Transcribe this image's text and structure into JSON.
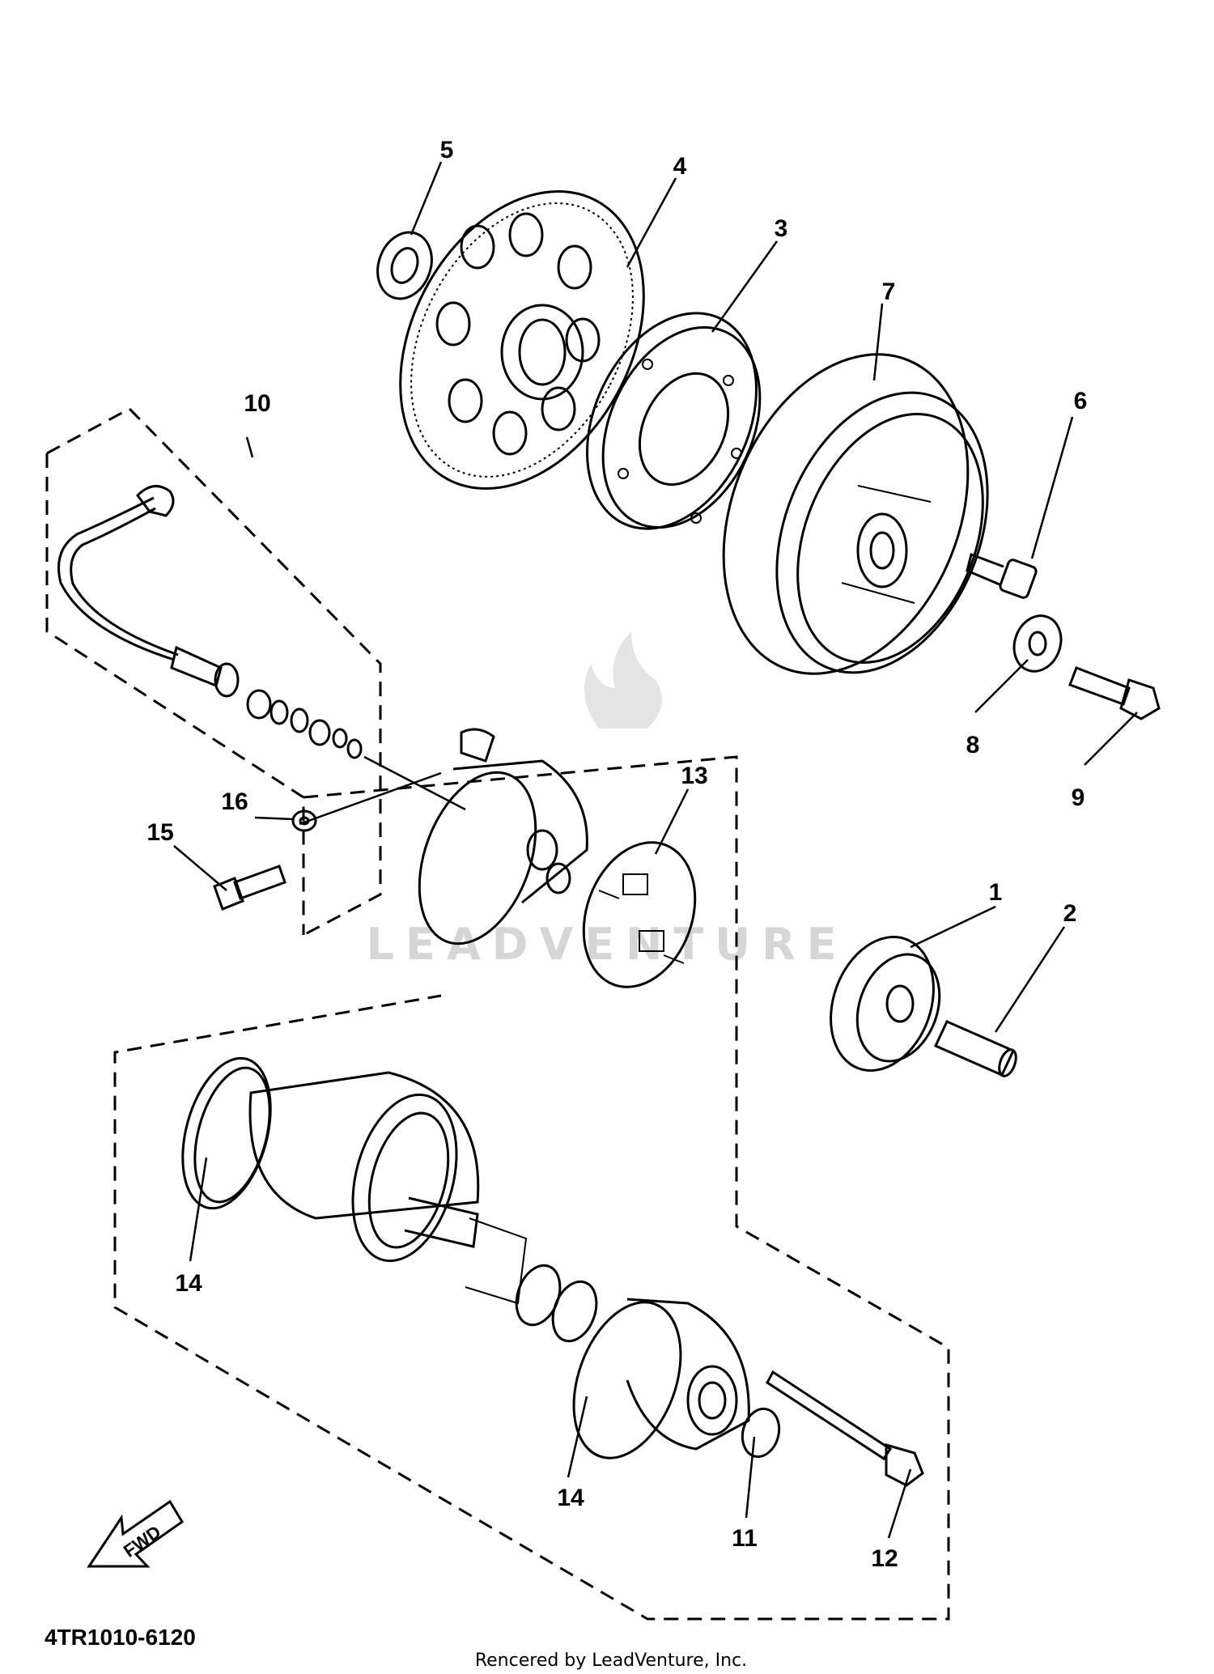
{
  "diagram": {
    "part_code": "4TR1010-6120",
    "credit": "Rencered by LeadVenture, Inc.",
    "watermark": "LEADVENTURE",
    "direction_arrow": "FWD",
    "callouts": {
      "c1": "1",
      "c2": "2",
      "c3": "3",
      "c4": "4",
      "c5": "5",
      "c6": "6",
      "c7": "7",
      "c8": "8",
      "c9": "9",
      "c10": "10",
      "c11": "11",
      "c12": "12",
      "c13": "13",
      "c14a": "14",
      "c14b": "14",
      "c15": "15",
      "c16": "16"
    }
  }
}
